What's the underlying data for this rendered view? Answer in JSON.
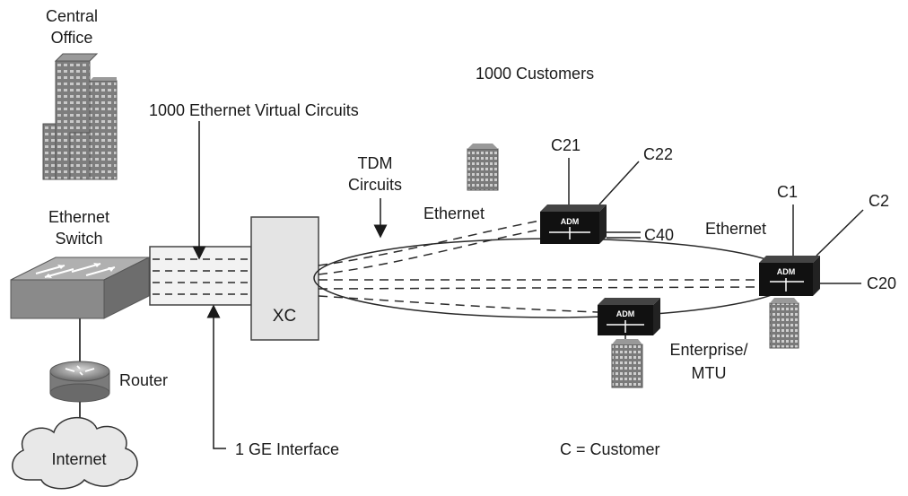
{
  "labels": {
    "central_office": [
      "Central",
      "Office"
    ],
    "evc": "1000 Ethernet Virtual Circuits",
    "customers_count": "1000 Customers",
    "tdm": [
      "TDM",
      "Circuits"
    ],
    "ethernet_switch": [
      "Ethernet",
      "Switch"
    ],
    "xc": "XC",
    "router": "Router",
    "internet": "Internet",
    "ge_interface": "1 GE Interface",
    "ethernet_top": "Ethernet",
    "ethernet_right": "Ethernet",
    "enterprise": [
      "Enterprise/",
      "MTU"
    ],
    "legend": "C = Customer"
  },
  "adm_nodes": [
    {
      "id": "adm-top",
      "label": "ADM"
    },
    {
      "id": "adm-right",
      "label": "ADM"
    },
    {
      "id": "adm-bottom",
      "label": "ADM"
    }
  ],
  "customer_labels": [
    "C21",
    "C22",
    "C40",
    "C1",
    "C2",
    "C20"
  ],
  "colors": {
    "building": "#808080",
    "building_dark": "#5a5a5a",
    "switch": "#8e8e8e",
    "xc_fill": "#e4e4e4",
    "adm": "#111111",
    "line": "#2a2a2a"
  }
}
